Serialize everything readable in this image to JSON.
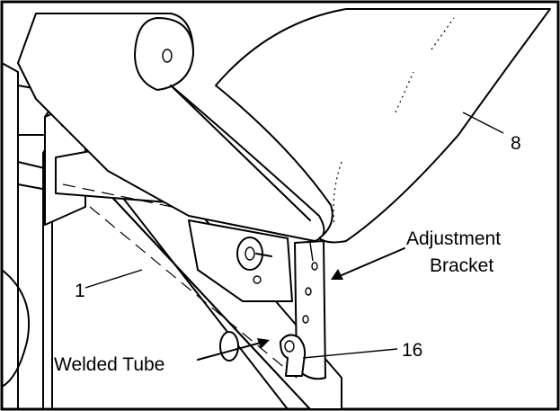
{
  "callouts": {
    "part_8": "8",
    "adjustment_bracket_line1": "Adjustment",
    "adjustment_bracket_line2": "Bracket",
    "part_1": "1",
    "part_16": "16",
    "welded_tube": "Welded Tube"
  }
}
